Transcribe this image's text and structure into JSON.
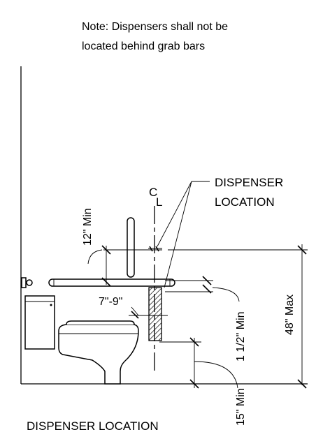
{
  "note": {
    "line1": "Note: Dispensers shall not be",
    "line2": "located behind grab bars"
  },
  "centerline": {
    "c": "C",
    "l": "L"
  },
  "callout": {
    "line1": "DISPENSER",
    "line2": "LOCATION"
  },
  "dimensions": {
    "grab_bar_offset": "12\" Min",
    "dispenser_height": "7\"-9\"",
    "grab_bar_clearance": "1 1/2\" Min",
    "max_height": "48\" Max",
    "min_height": "15\" Min"
  },
  "caption": "DISPENSER LOCATION",
  "colors": {
    "line": "#000000",
    "background": "#ffffff"
  }
}
